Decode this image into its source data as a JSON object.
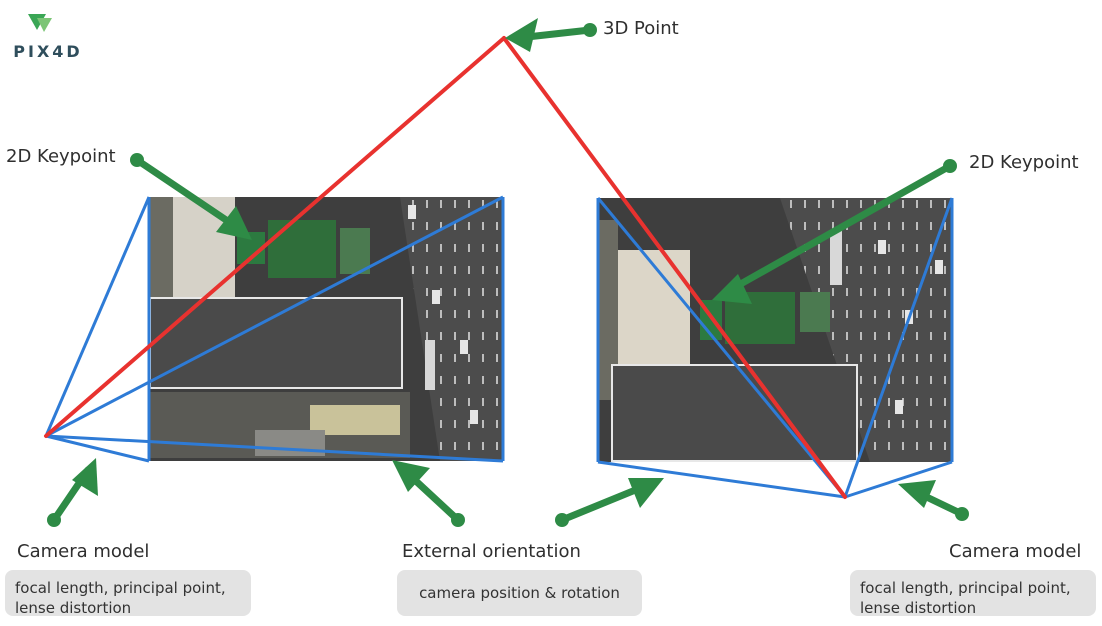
{
  "logo": {
    "text": "PIX4D",
    "brand_color": "#3aa655"
  },
  "labels": {
    "point3d": "3D Point",
    "keypoint_left": "2D Keypoint",
    "keypoint_right": "2D Keypoint",
    "camera_model_left": "Camera model",
    "external_orientation": "External orientation",
    "camera_model_right": "Camera model"
  },
  "boxes": {
    "camera_model_left": [
      "focal length, principal point,",
      "lense distortion"
    ],
    "external_orientation": [
      "camera position & rotation"
    ],
    "camera_model_right": [
      "focal length, principal point,",
      "lense distortion"
    ]
  },
  "colors": {
    "ray": "#e8322f",
    "frustum": "#2e7bd6",
    "arrow": "#2e8b46",
    "box": "#e3e3e3"
  },
  "icons": [
    "pix4d-logo-icon",
    "pointer-arrow-icon",
    "aerial-photo-left",
    "aerial-photo-right"
  ]
}
